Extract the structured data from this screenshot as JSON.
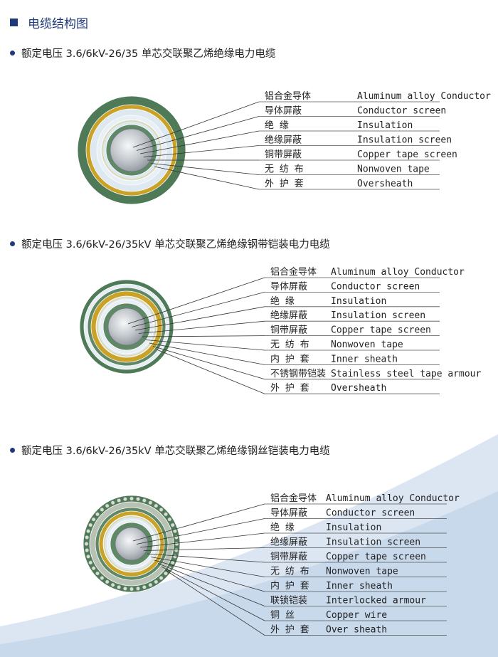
{
  "page_title": "电缆结构图",
  "colors": {
    "title": "#1f3a7a",
    "oversheath": "#4f7a57",
    "inner_sheath": "#5e8866",
    "insulation": "#dde8f1",
    "copper_tape": "#c9a227",
    "nonwoven": "#f4f0cc",
    "armour": "#b8c2b4",
    "conductor": "#aeb4bb",
    "background_wave": "#c3d6ea"
  },
  "sections": [
    {
      "heading": "额定电压 3.6/6kV-26/35 单芯交联聚乙烯绝缘电力电缆",
      "layers": [
        {
          "cn": "铝合金导体",
          "en": "Aluminum alloy Conductor"
        },
        {
          "cn": "导体屏蔽",
          "en": "Conductor screen"
        },
        {
          "cn": "绝  缘",
          "en": "Insulation"
        },
        {
          "cn": "绝缘屏蔽",
          "en": "Insulation screen"
        },
        {
          "cn": "铜带屏蔽",
          "en": "Copper tape screen"
        },
        {
          "cn": "无 纺 布",
          "en": "Nonwoven tape"
        },
        {
          "cn": "外 护 套",
          "en": "Oversheath"
        }
      ]
    },
    {
      "heading": "额定电压 3.6/6kV-26/35kV 单芯交联聚乙烯绝缘钢带铠装电力电缆",
      "layers": [
        {
          "cn": "铝合金导体",
          "en": "Aluminum alloy Conductor"
        },
        {
          "cn": "导体屏蔽",
          "en": "Conductor screen"
        },
        {
          "cn": "绝  缘",
          "en": "Insulation"
        },
        {
          "cn": "绝缘屏蔽",
          "en": "Insulation screen"
        },
        {
          "cn": "铜带屏蔽",
          "en": "Copper tape screen"
        },
        {
          "cn": "无 纺 布",
          "en": "Nonwoven tape"
        },
        {
          "cn": "内 护 套",
          "en": "Inner sheath"
        },
        {
          "cn": "不锈钢带铠装",
          "en": "Stainless steel tape armour"
        },
        {
          "cn": "外 护 套",
          "en": "Oversheath"
        }
      ]
    },
    {
      "heading": "额定电压 3.6/6kV-26/35kV 单芯交联聚乙烯绝缘钢丝铠装电力电缆",
      "layers": [
        {
          "cn": "铝合金导体",
          "en": "Aluminum alloy Conductor"
        },
        {
          "cn": "导体屏蔽",
          "en": "Conductor screen"
        },
        {
          "cn": "绝  缘",
          "en": "Insulation"
        },
        {
          "cn": "绝缘屏蔽",
          "en": "Insulation screen"
        },
        {
          "cn": "铜带屏蔽",
          "en": "Copper tape screen"
        },
        {
          "cn": "无 纺 布",
          "en": "Nonwoven tape"
        },
        {
          "cn": "内 护 套",
          "en": "Inner sheath"
        },
        {
          "cn": "联锁铠装",
          "en": "Interlocked armour"
        },
        {
          "cn": "铜  丝",
          "en": "Copper wire"
        },
        {
          "cn": "外 护 套",
          "en": "Over sheath"
        }
      ]
    }
  ]
}
